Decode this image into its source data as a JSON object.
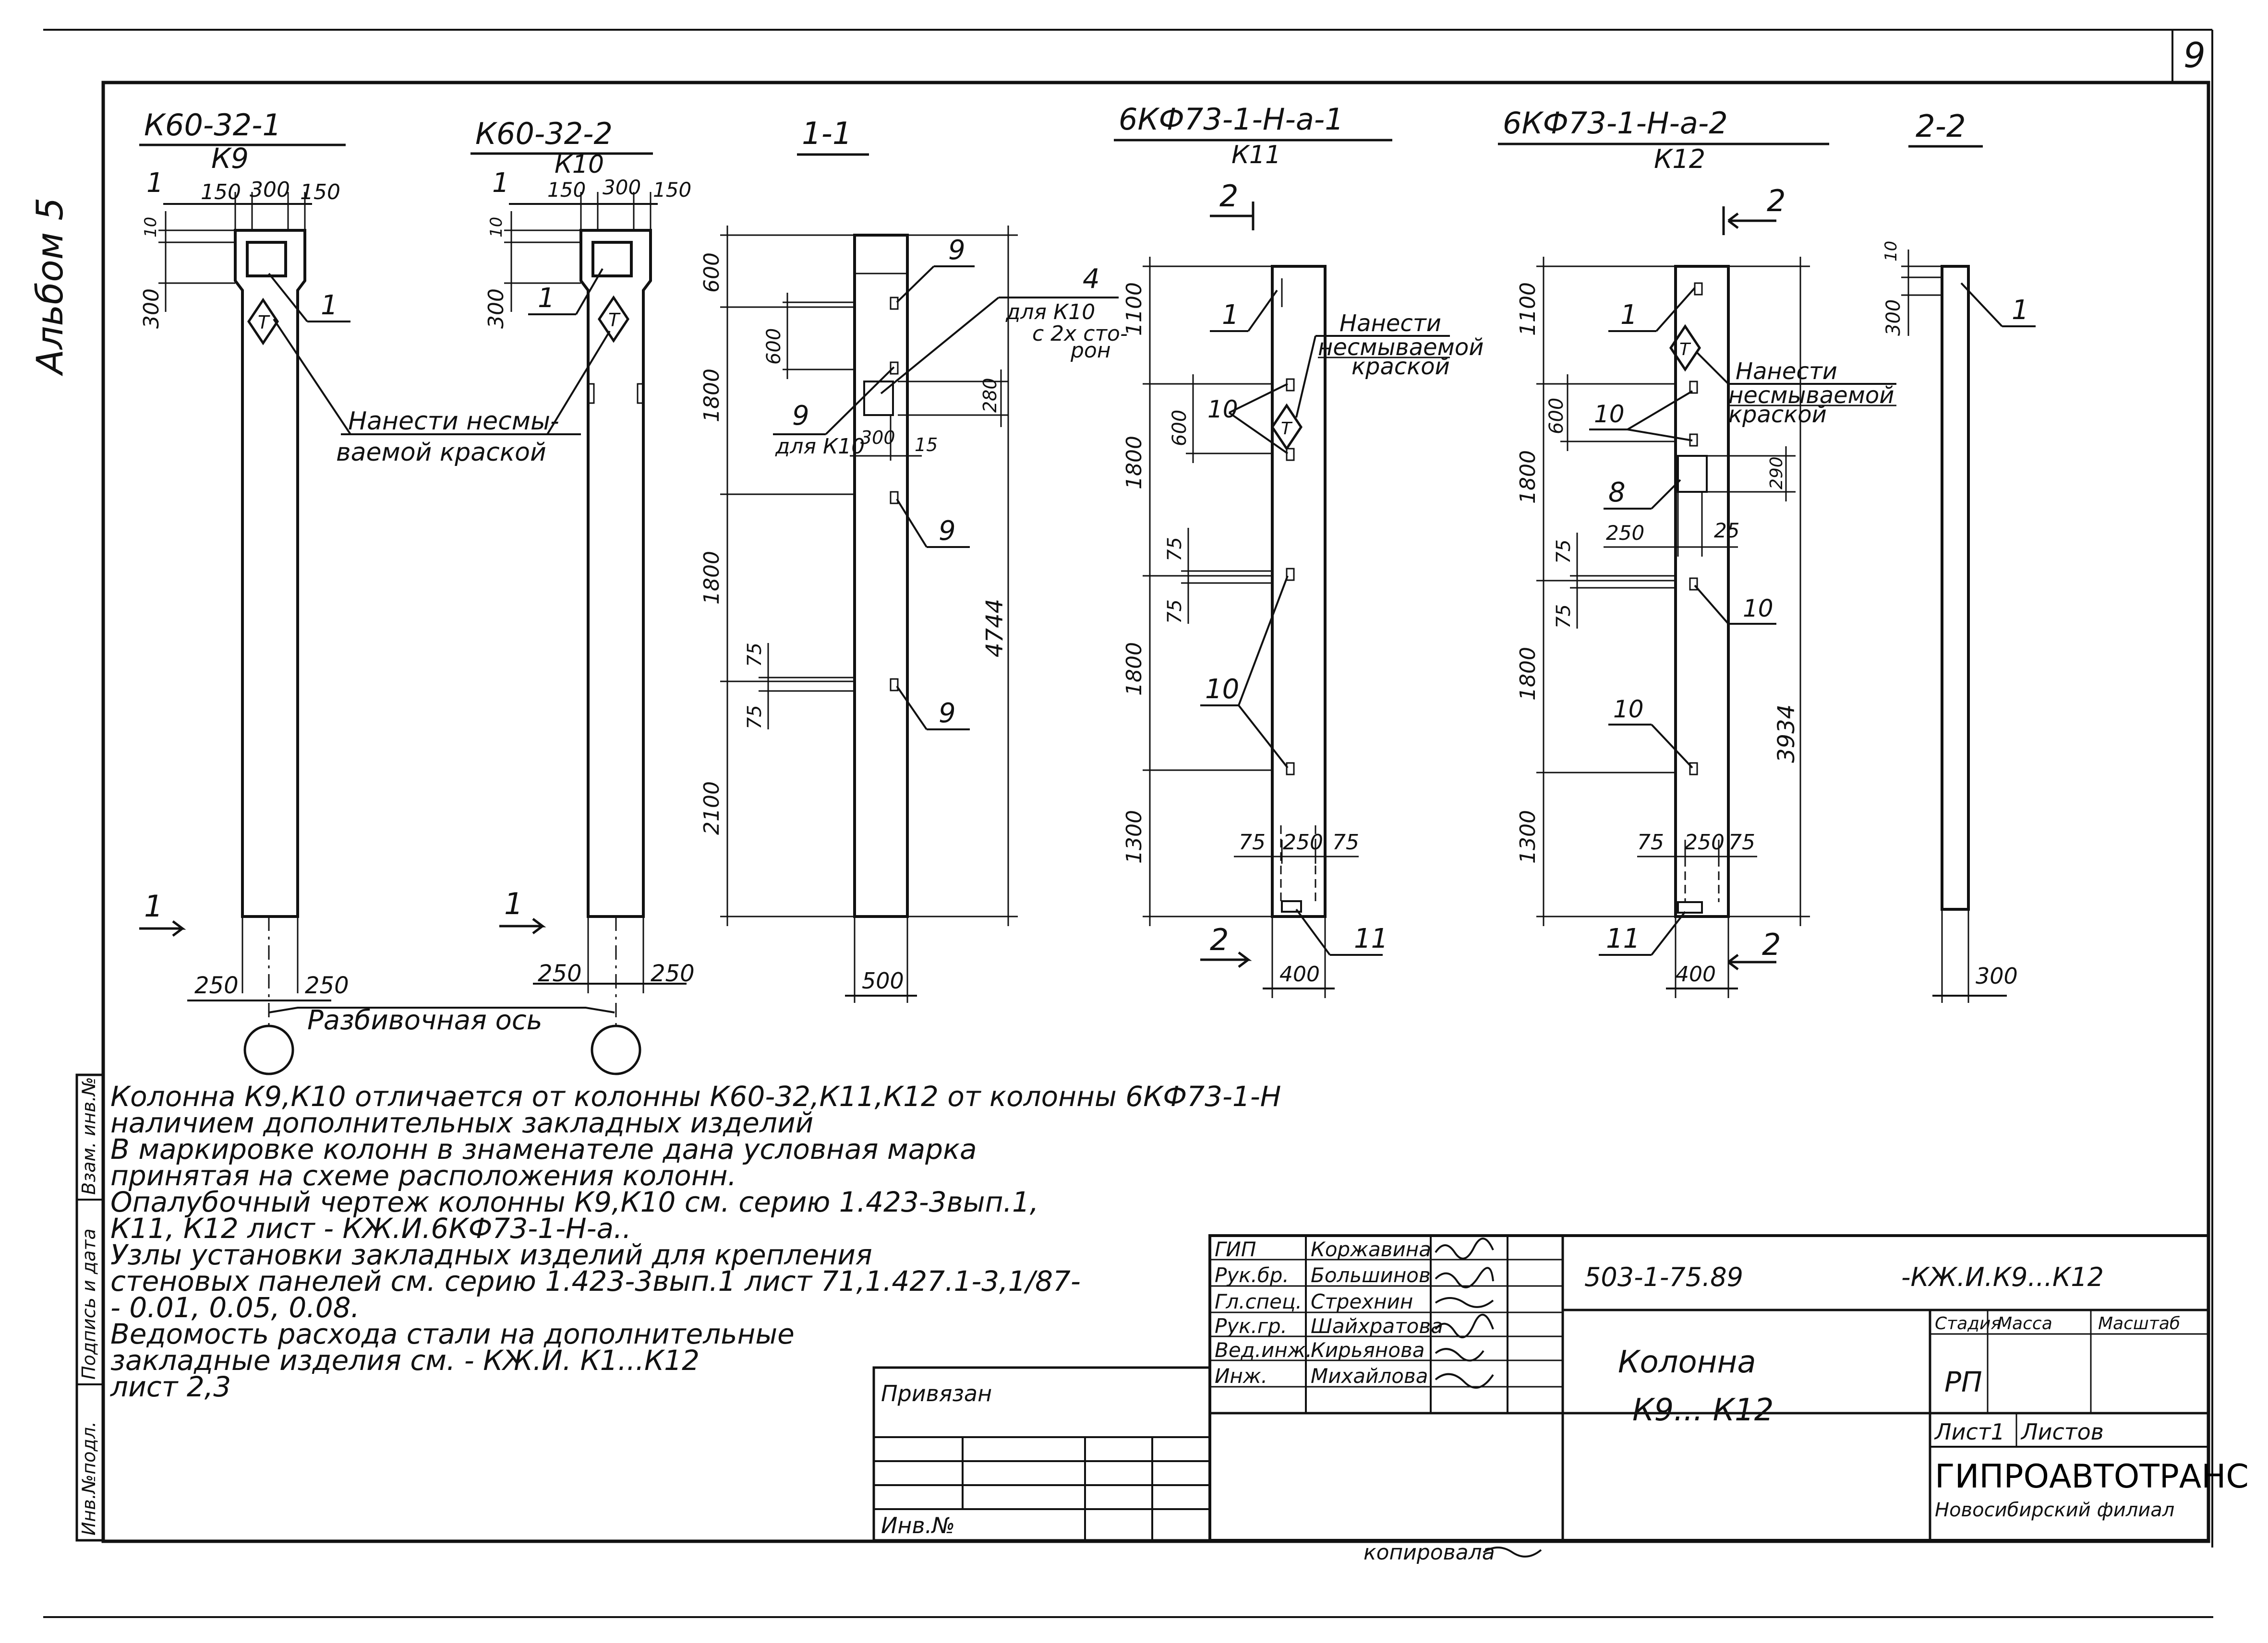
{
  "sheet": {
    "number": "9",
    "album": "Альбом 5"
  },
  "views": {
    "k9": {
      "mark": "К60-32-1",
      "code": "К9"
    },
    "k10": {
      "mark": "К60-32-2",
      "code": "К10"
    },
    "sec11": {
      "title": "1-1"
    },
    "k11": {
      "mark": "6КФ73-1-Н-а-1",
      "code": "К11"
    },
    "k12": {
      "mark": "6КФ73-1-Н-а-2",
      "code": "К12"
    },
    "sec22": {
      "title": "2-2"
    }
  },
  "dims": {
    "k9": {
      "d150a": "150",
      "d300": "300",
      "d150b": "150",
      "d10": "10",
      "d300v": "300",
      "d250a": "250",
      "d250b": "250"
    },
    "k10": {
      "d150a": "150",
      "d300": "300",
      "d150b": "150",
      "d10": "10",
      "d300v": "300",
      "d250a": "250",
      "d250b": "250"
    },
    "sec11": {
      "d600": "600",
      "d1800a": "1800",
      "d600b": "600",
      "d1800b": "1800",
      "d75a": "75",
      "d75b": "75",
      "d2100": "2100",
      "d280": "280",
      "d300": "300",
      "d15": "15",
      "d4744": "4744",
      "d500": "500"
    },
    "k11": {
      "d1100": "1100",
      "d1800a": "1800",
      "d600": "600",
      "d75a": "75",
      "d75b": "75",
      "d1800b": "1800",
      "d1300": "1300",
      "d75c": "75",
      "d250": "250",
      "d75d": "75",
      "d400": "400"
    },
    "k12": {
      "d1100": "1100",
      "d1800a": "1800",
      "d600": "600",
      "d75a": "75",
      "d75b": "75",
      "d1800b": "1800",
      "d1300": "1300",
      "d290": "290",
      "d250": "250",
      "d25": "25",
      "d75c": "75",
      "d250b": "250",
      "d75d": "75",
      "d3934": "3934",
      "d400": "400"
    },
    "sec22": {
      "d10": "10",
      "d300": "300",
      "d300b": "300"
    }
  },
  "callouts": {
    "k9_item": "1",
    "k10_item": "1",
    "s11_9a": "9",
    "s11_9b": "9",
    "s11_9c": "9",
    "s11_4": "4",
    "s11_note4": "для К10 с 2х сто- рон",
    "s11_9d": "9",
    "s11_9d_note": "для К10",
    "k11_1": "1",
    "k11_10a": "10",
    "k11_10b": "10",
    "k11_11": "11",
    "k12_1": "1",
    "k12_10a": "10",
    "k12_8": "8",
    "k12_10b": "10",
    "k12_10c": "10",
    "k12_11": "11",
    "s22_1": "1"
  },
  "cuts": {
    "a": "1",
    "b": "1",
    "c": "2",
    "d": "2",
    "e": "2",
    "f": "2"
  },
  "labels": {
    "paint_k9_k10_l1": "Нанести несмы-",
    "paint_k9_k10_l2": "ваемой краской",
    "paint_k11_l1": "Нанести",
    "paint_k11_l2": "несмываемой",
    "paint_k11_l3": "краской",
    "paint_k12_l1": "Нанести",
    "paint_k12_l2": "несмываемой",
    "paint_k12_l3": "краской",
    "axis": "Разбивочная ось",
    "marker": "Т"
  },
  "notes": [
    "Колонна К9,К10 отличается от колонны К60-32,К11,К12 от колонны 6КФ73-1-Н",
    "наличием дополнительных закладных изделий",
    "В маркировке колонн в знаменателе дана условная марка",
    "принятая на схеме расположения колонн.",
    "Опалубочный чертеж колонны К9,К10 см. серию 1.423-3вып.1,",
    "К11, К12 лист  - КЖ.И.6КФ73-1-Н-а..",
    "Узлы установки закладных изделий для крепления",
    "стеновых панелей см. серию 1.423-3вып.1 лист 71,1.427.1-3,1/87-",
    "- 0.01, 0.05, 0.08.",
    "Ведомость расхода стали на дополнительные",
    "закладные изделия см.  - КЖ.И. К1...К12",
    "лист 2,3"
  ],
  "side_stamp": [
    "Инв.№подл.",
    "Подпись и дата",
    "Взам. инв.№"
  ],
  "binding": {
    "privyazan": "Привязан",
    "inv": "Инв.№"
  },
  "title_block": {
    "project_code": "503-1-75.89",
    "doc_code": "-КЖ.И.К9...К12",
    "title_l1": "Колонна",
    "title_l2": "К9... К12",
    "stage_hdr": "Стадия",
    "mass_hdr": "Масса",
    "scale_hdr": "Масштаб",
    "stage": "РП",
    "sheet_lbl": "Лист1",
    "sheets_lbl": "Листов",
    "org": "ГИПРОАВТОТРАНС",
    "branch": "Новосибирский филиал",
    "people": [
      {
        "role": "ГИП",
        "name": "Коржавина"
      },
      {
        "role": "Рук.бр.",
        "name": "Большинов"
      },
      {
        "role": "Гл.спец.",
        "name": "Стрехнин"
      },
      {
        "role": "Рук.гр.",
        "name": "Шайхратова"
      },
      {
        "role": "Вед.инж.",
        "name": "Кирьянова"
      },
      {
        "role": "Инж.",
        "name": "Михайлова"
      }
    ],
    "copied": "копировала"
  }
}
